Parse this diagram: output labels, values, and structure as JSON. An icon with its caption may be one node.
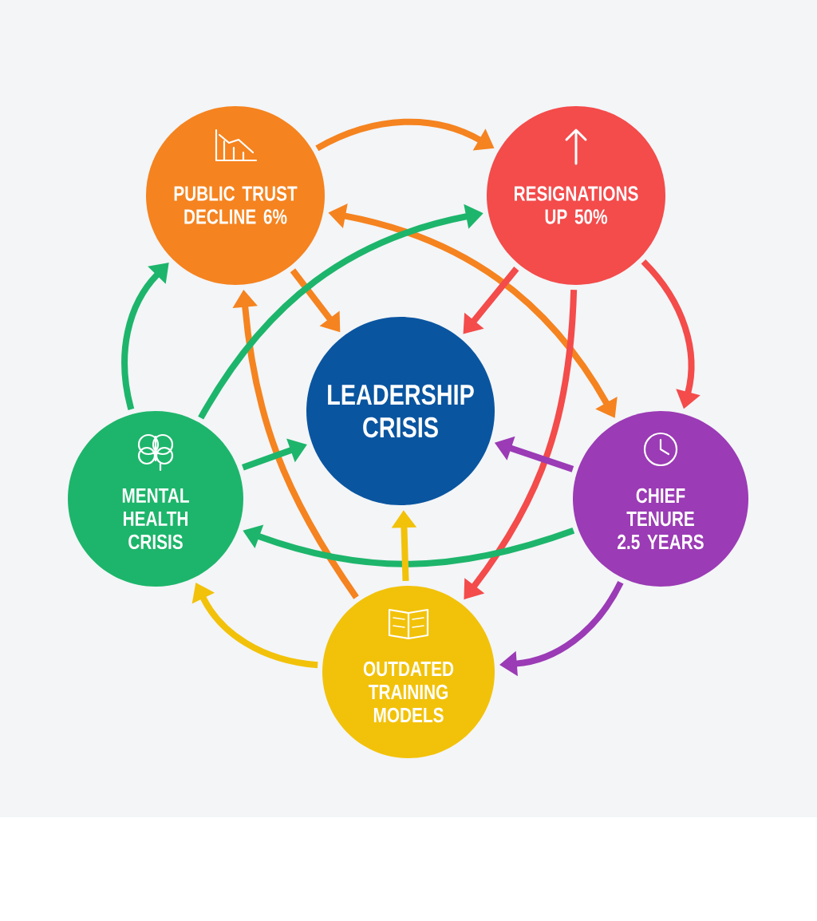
{
  "diagram": {
    "nodes": [
      {
        "text": [
          "PUBLIC TRUST DECLINE 6%"
        ]
      },
      {
        "text": [
          "RESIGNATIONS UP 50%"
        ]
      },
      {
        "text": [
          "LEADERSHIP CRISIS"
        ]
      },
      {
        "text": [
          "MENTAL HEALTH CRISIS"
        ]
      },
      {
        "text": [
          "CHIEF TENURE 2.5 YEARS"
        ]
      },
      {
        "text": [
          "OUTDATED TRAINING MODELS"
        ]
      }
    ],
    "edges": [
      {
        "from": 0,
        "to": 1,
        "arrow": "to",
        "color": "#f5831f"
      },
      {
        "from": 0,
        "to": 2,
        "arrow": "to",
        "color": "#f5831f"
      },
      {
        "from": 0,
        "to": 4,
        "arrow": "both",
        "color": "#f5831f"
      },
      {
        "from": 5,
        "to": 0,
        "arrow": "to",
        "color": "#f5831f"
      },
      {
        "from": 1,
        "to": 2,
        "arrow": "to",
        "color": "#f44b4b"
      },
      {
        "from": 1,
        "to": 4,
        "arrow": "to",
        "color": "#f44b4b"
      },
      {
        "from": 1,
        "to": 5,
        "arrow": "to",
        "color": "#f44b4b"
      },
      {
        "from": 3,
        "to": 0,
        "arrow": "to",
        "color": "#1db56b"
      },
      {
        "from": 3,
        "to": 1,
        "arrow": "to",
        "color": "#1db56b"
      },
      {
        "from": 3,
        "to": 2,
        "arrow": "to",
        "color": "#1db56b"
      },
      {
        "from": 4,
        "to": 3,
        "arrow": "to",
        "color": "#1db56b"
      },
      {
        "from": 4,
        "to": 2,
        "arrow": "to",
        "color": "#9b3bb5"
      },
      {
        "from": 4,
        "to": 5,
        "arrow": "to",
        "color": "#9b3bb5"
      },
      {
        "from": 5,
        "to": 2,
        "arrow": "to",
        "color": "#f2c20a"
      },
      {
        "from": 5,
        "to": 3,
        "arrow": "to",
        "color": "#f2c20a"
      }
    ]
  }
}
